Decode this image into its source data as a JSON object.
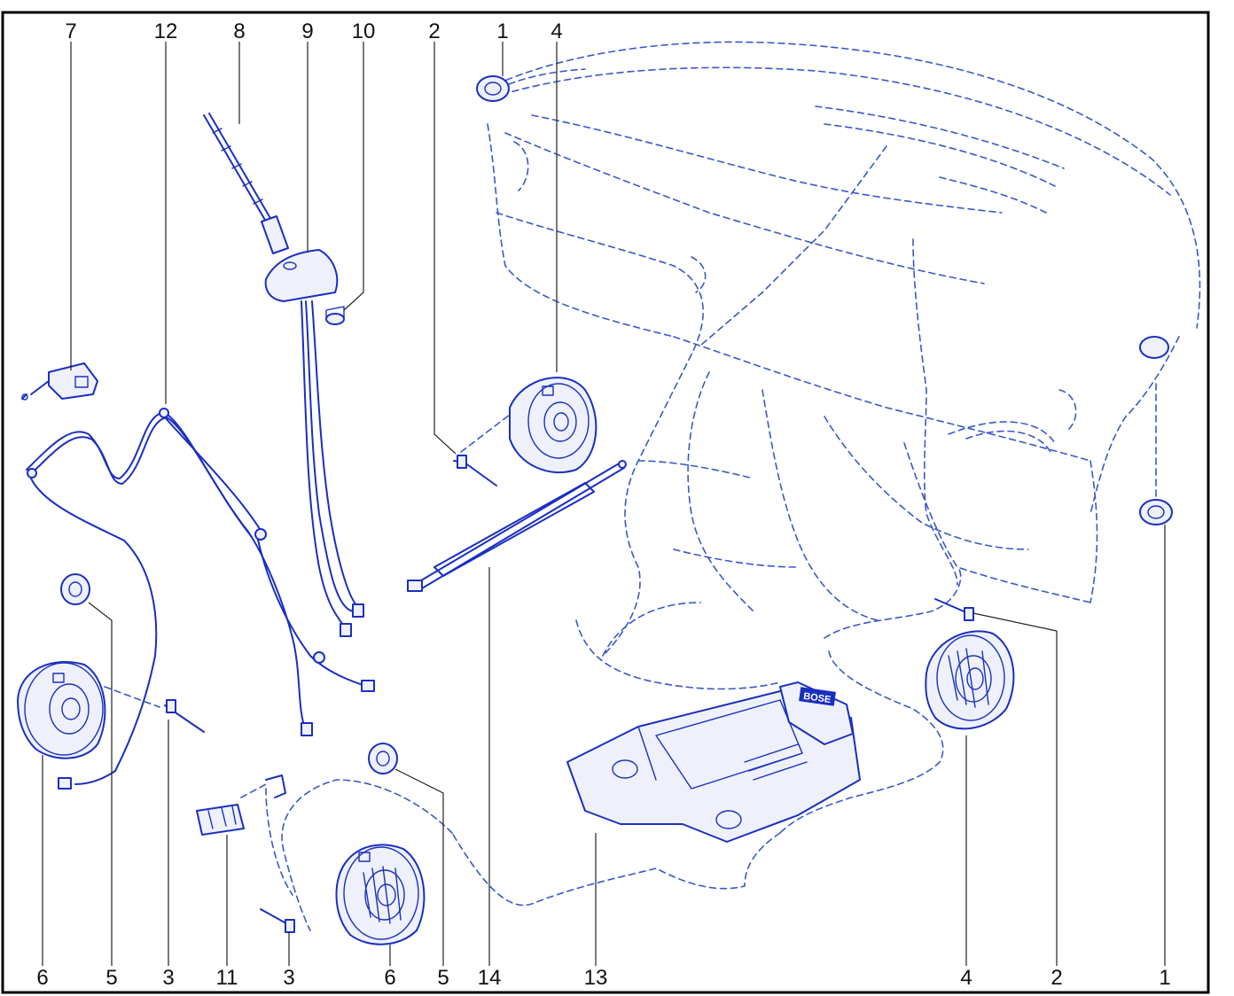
{
  "diagram": {
    "callouts_top": [
      "7",
      "12",
      "8",
      "9",
      "10",
      "2",
      "1",
      "4"
    ],
    "callouts_bottom": [
      "6",
      "5",
      "3",
      "11",
      "3",
      "6",
      "5",
      "14",
      "13",
      "4",
      "2",
      "1"
    ],
    "module_label": "BOSE",
    "colors": {
      "line": "#1a2fbf",
      "dashed": "#3a58c8",
      "frame": "#000000",
      "text": "#111111"
    },
    "parts": [
      {
        "id": "1",
        "icon": "tweeter-icon"
      },
      {
        "id": "2",
        "icon": "rivet-icon"
      },
      {
        "id": "3",
        "icon": "rivet-icon"
      },
      {
        "id": "4",
        "icon": "speaker-icon"
      },
      {
        "id": "5",
        "icon": "tweeter-icon"
      },
      {
        "id": "6",
        "icon": "speaker-icon"
      },
      {
        "id": "7",
        "icon": "connector-module-icon"
      },
      {
        "id": "8",
        "icon": "antenna-mast-icon"
      },
      {
        "id": "9",
        "icon": "antenna-base-icon"
      },
      {
        "id": "10",
        "icon": "grommet-icon"
      },
      {
        "id": "11",
        "icon": "clip-icon"
      },
      {
        "id": "12",
        "icon": "wiring-harness-icon"
      },
      {
        "id": "13",
        "icon": "amplifier-icon"
      },
      {
        "id": "14",
        "icon": "cable-icon"
      }
    ]
  }
}
